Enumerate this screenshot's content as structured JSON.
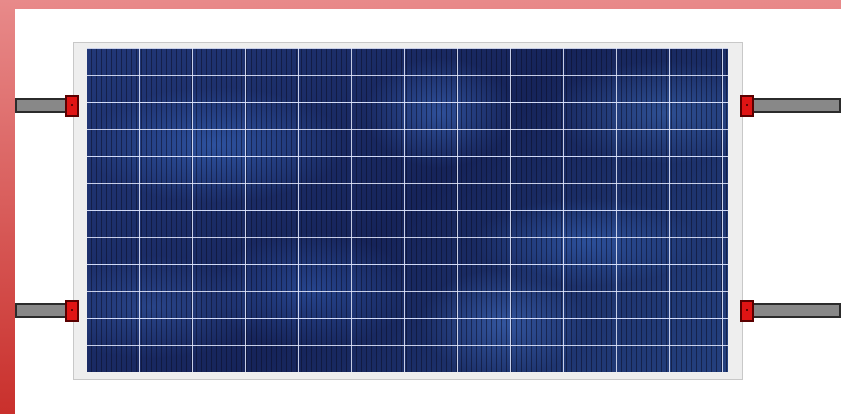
{
  "scene": {
    "subject": "solar-panel",
    "mount": {
      "rails": 4,
      "clamps": 4
    },
    "colors": {
      "border_gradient_top": "#e88a8a",
      "border_gradient_bottom": "#c9302c",
      "background": "#ffffff",
      "rail": "#888888",
      "clamp": "#e01414",
      "panel_cells": "#1a2a5e",
      "panel_frame": "#eeeeee"
    }
  }
}
